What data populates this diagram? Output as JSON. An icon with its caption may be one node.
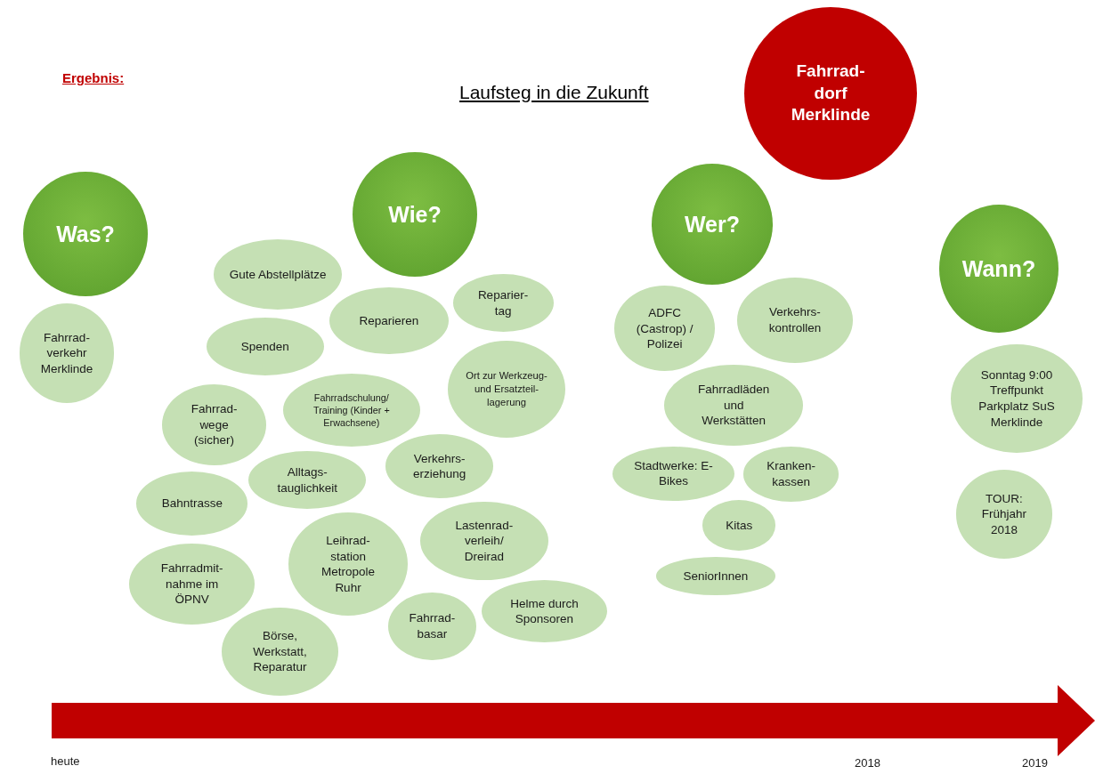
{
  "diagram": {
    "title": "Laufsteg in die Zukunft",
    "nodes": [
      {
        "text": [
          "Fahrrad- dorf Merklinde"
        ]
      },
      {
        "text": [
          "Was?"
        ]
      },
      {
        "text": [
          "Fahrrad- verkehr Merklinde"
        ]
      },
      {
        "text": [
          "Wie?"
        ]
      },
      {
        "text": [
          "Gute Abstellplätze"
        ]
      },
      {
        "text": [
          "Reparieren"
        ]
      },
      {
        "text": [
          "Reparier- tag"
        ]
      },
      {
        "text": [
          "Spenden"
        ]
      },
      {
        "text": [
          "Ort zur Werkzeug- und Ersatzteil- lagerung"
        ]
      },
      {
        "text": [
          "Fahrrad- wege (sicher)"
        ]
      },
      {
        "text": [
          "Fahrradschulung/ Training (Kinder + Erwachsene)"
        ]
      },
      {
        "text": [
          "Alltags- tauglichkeit"
        ]
      },
      {
        "text": [
          "Verkehrs- erziehung"
        ]
      },
      {
        "text": [
          "Bahntrasse"
        ]
      },
      {
        "text": [
          "Lastenrad- verleih/ Dreirad"
        ]
      },
      {
        "text": [
          "Fahrradmit- nahme im ÖPNV"
        ]
      },
      {
        "text": [
          "Leihrad- station Metropole Ruhr"
        ]
      },
      {
        "text": [
          "Fahrrad- basar"
        ]
      },
      {
        "text": [
          "Helme durch Sponsoren"
        ]
      },
      {
        "text": [
          "Börse, Werkstatt, Reparatur"
        ]
      },
      {
        "text": [
          "Wer?"
        ]
      },
      {
        "text": [
          "ADFC (Castrop) / Polizei"
        ]
      },
      {
        "text": [
          "Verkehrs- kontrollen"
        ]
      },
      {
        "text": [
          "Fahrradläden und Werkstätten"
        ]
      },
      {
        "text": [
          "Stadtwerke: E-Bikes"
        ]
      },
      {
        "text": [
          "Kranken- kassen"
        ]
      },
      {
        "text": [
          "Kitas"
        ]
      },
      {
        "text": [
          "SeniorInnen"
        ]
      },
      {
        "text": [
          "Wann?"
        ]
      },
      {
        "text": [
          "Sonntag 9:00 Treffpunkt Parkplatz SuS Merklinde"
        ]
      },
      {
        "text": [
          "TOUR: Frühjahr 2018"
        ]
      }
    ],
    "labels": [
      "Ergebnis:",
      "heute",
      "2018",
      "2019"
    ]
  }
}
